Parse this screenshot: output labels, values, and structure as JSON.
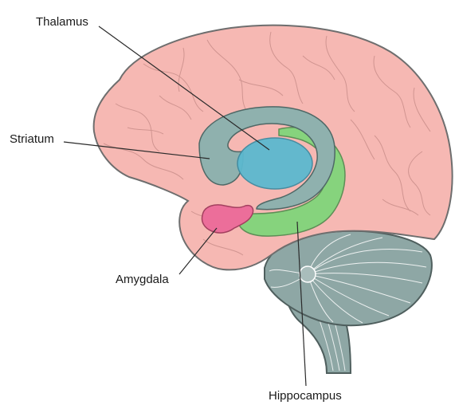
{
  "labels": {
    "thalamus": "Thalamus",
    "striatum": "Striatum",
    "amygdala": "Amygdala",
    "hippocampus": "Hippocampus"
  },
  "colors": {
    "cortex_fill": "#f6b8b3",
    "cortex_stroke": "#6e6e6e",
    "striatum_fill": "#8fb1ae",
    "thalamus_fill": "#5cb9cf",
    "hippocampus_fill": "#86d37d",
    "amygdala_fill": "#ec6e9a",
    "cerebellum_fill": "#8ea7a5",
    "brainstem_fill": "#8ea7a5",
    "leader_line": "#2a2a2a"
  }
}
